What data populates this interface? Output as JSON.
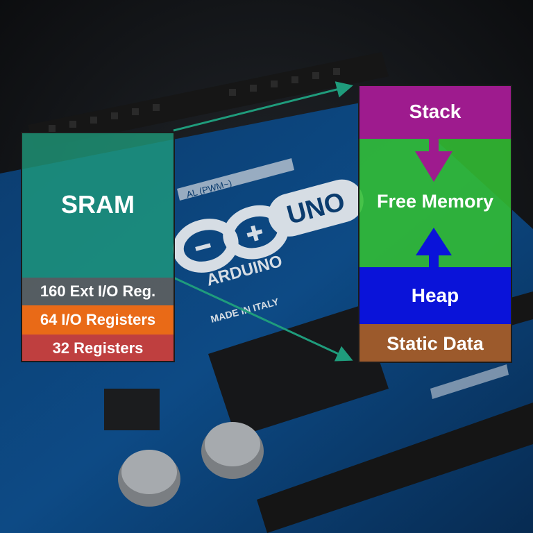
{
  "sram": {
    "title": "SRAM",
    "rows": [
      "160 Ext I/O Reg.",
      "64 I/O Registers",
      "32 Registers"
    ]
  },
  "memory_map": {
    "stack": "Stack",
    "free_memory": "Free Memory",
    "heap": "Heap",
    "static_data": "Static Data"
  },
  "board": {
    "brand": "ARDUINO",
    "model": "UNO",
    "made_in": "MADE IN ITALY",
    "header_label": "AL (PWM~)"
  },
  "colors": {
    "sram": "#1f9c7c",
    "ext_io": "#5c6060",
    "io_registers": "#e96a17",
    "registers": "#bf3f3f",
    "stack": "#9e1b8e",
    "free_memory": "#33bf33",
    "heap": "#0a13d9",
    "static_data": "#9c5a2c",
    "arrow_teal": "#1f9c7c",
    "stack_arrow": "#9e1b8e",
    "heap_arrow": "#0a13d9"
  }
}
